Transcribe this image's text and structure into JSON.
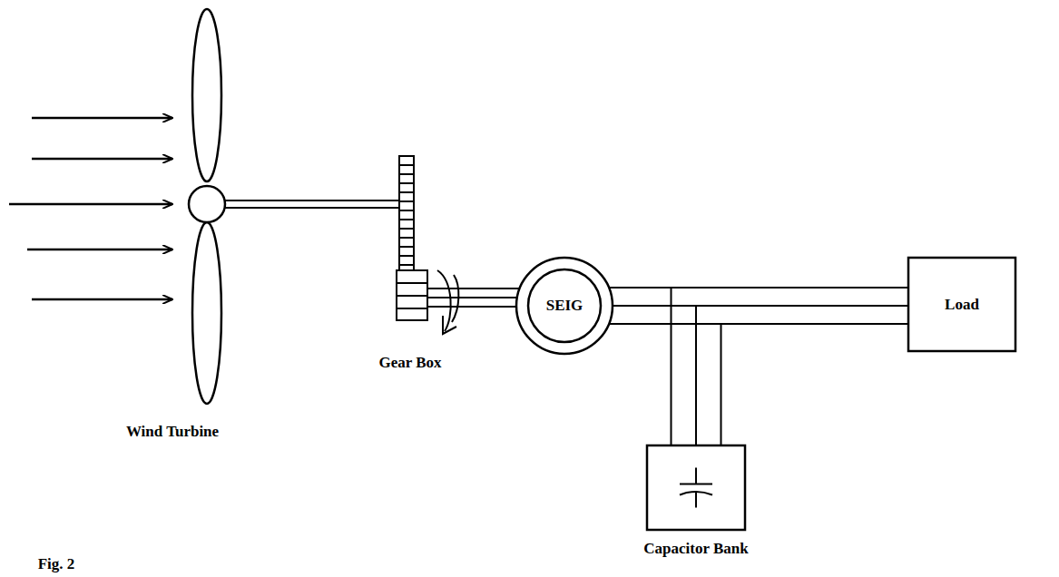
{
  "diagram": {
    "nodes": [
      {
        "text": [
          "SEIG"
        ]
      },
      {
        "text": [
          "Load"
        ]
      },
      {
        "text": [
          "Capacitor Bank"
        ]
      }
    ],
    "edges": [
      {
        "from": 0,
        "to": 1,
        "arrow": "none"
      },
      {
        "from": 0,
        "to": 2,
        "arrow": "none"
      }
    ],
    "labels": [
      "Wind Turbine",
      "Gear Box",
      "Fig. 2"
    ]
  }
}
